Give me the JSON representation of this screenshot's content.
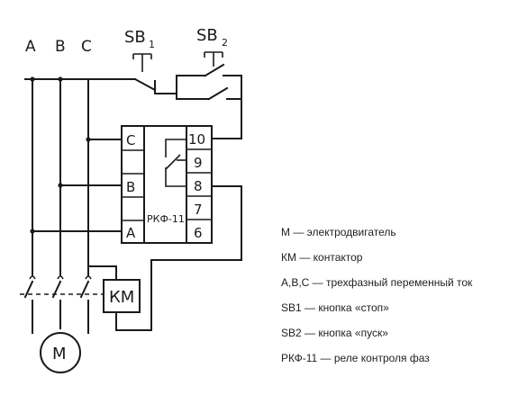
{
  "diagram": {
    "phases": [
      "A",
      "B",
      "C"
    ],
    "sb1": {
      "base": "SB",
      "sub": "1"
    },
    "sb2": {
      "base": "SB",
      "sub": "2"
    },
    "relay": {
      "left_terminals": [
        "C",
        "B",
        "A"
      ],
      "right_terminals": [
        "10",
        "9",
        "8",
        "7",
        "6"
      ],
      "name": "РКФ-11"
    },
    "contactor_label": "КМ",
    "motor_label": "М"
  },
  "legend": [
    "М — электродвигатель",
    "КМ — контактор",
    "А,В,С — трехфазный переменный ток",
    "SB1 — кнопка «стоп»",
    "SB2 — кнопка «пуск»",
    "РКФ-11 — реле контроля фаз"
  ]
}
